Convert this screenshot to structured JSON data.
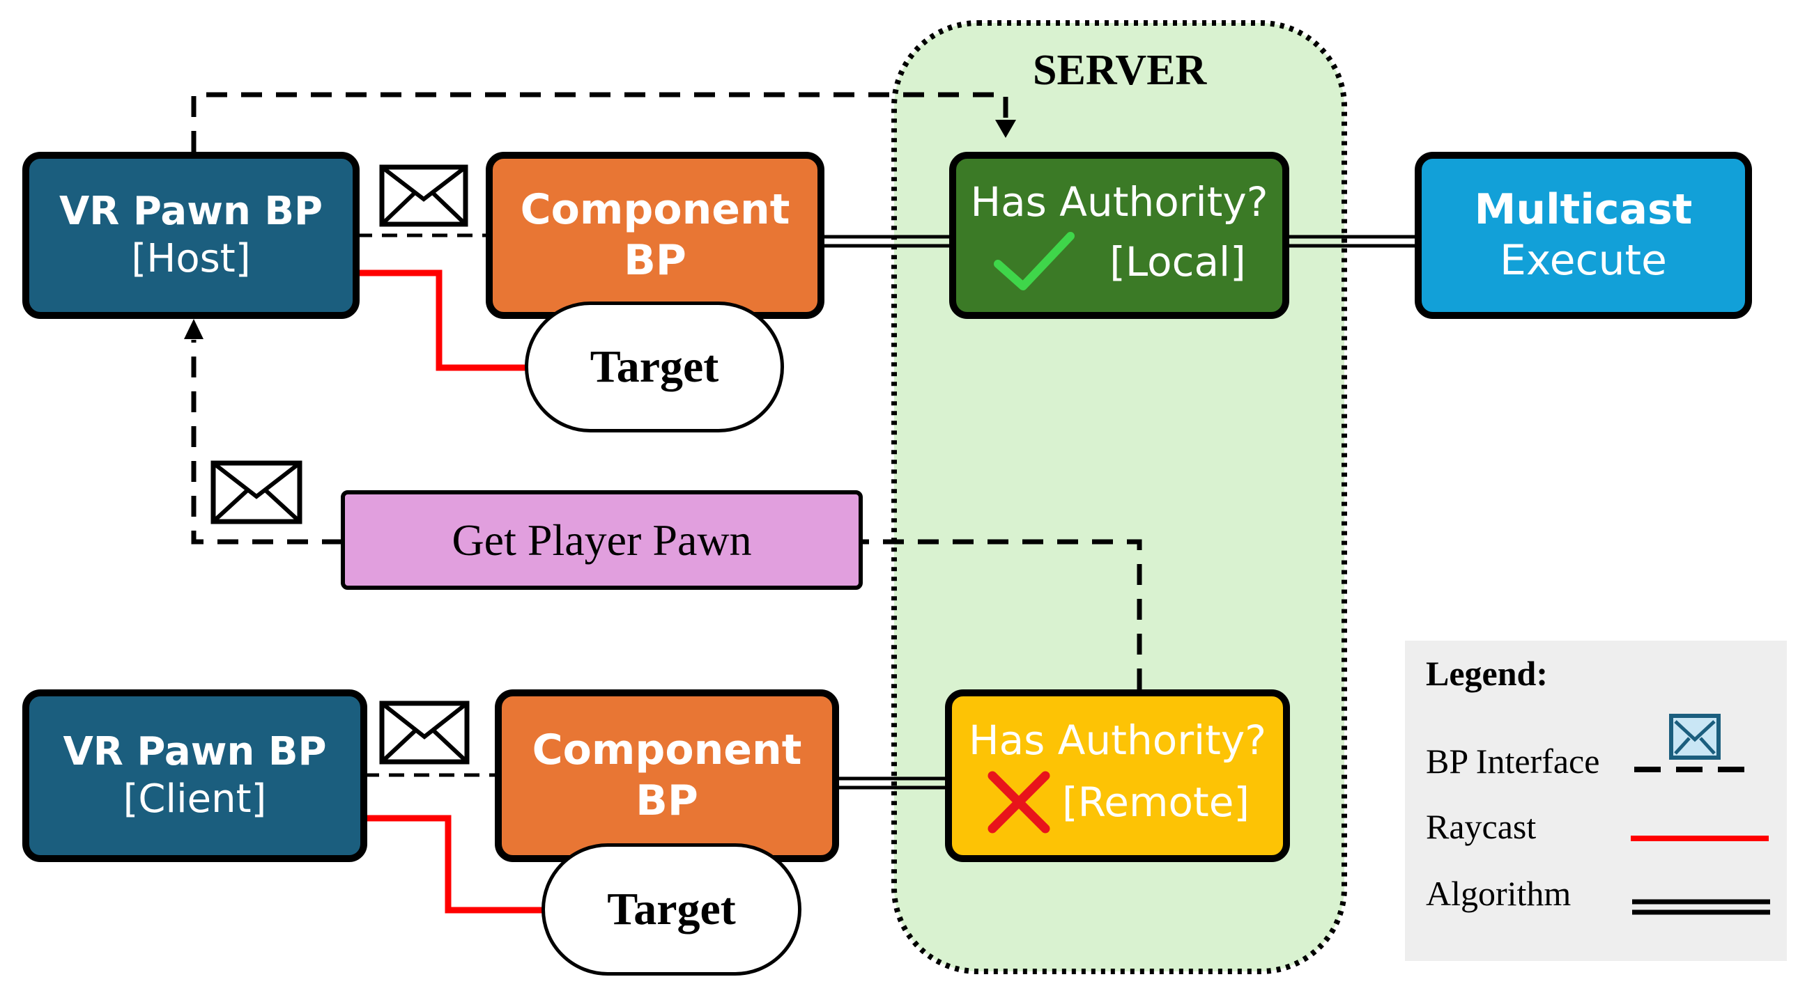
{
  "server": {
    "label": "SERVER"
  },
  "host_pawn": {
    "line1": "VR Pawn BP",
    "line2": "[Host]"
  },
  "host_component": {
    "line1": "Component",
    "line2": "BP"
  },
  "host_target": {
    "label": "Target"
  },
  "auth_local": {
    "line1": "Has Authority?",
    "status": "[Local]",
    "icon": "check-icon",
    "icon_color": "#3fd64a"
  },
  "multicast": {
    "line1": "Multicast",
    "line2": "Execute"
  },
  "get_player_pawn": {
    "label": "Get Player Pawn"
  },
  "client_pawn": {
    "line1": "VR Pawn BP",
    "line2": "[Client]"
  },
  "client_component": {
    "line1": "Component",
    "line2": "BP"
  },
  "client_target": {
    "label": "Target"
  },
  "auth_remote": {
    "line1": "Has Authority?",
    "status": "[Remote]",
    "icon": "cross-icon",
    "icon_color": "#e8141b"
  },
  "legend": {
    "title": "Legend:",
    "items": [
      {
        "label": "BP Interface",
        "icon": "envelope-icon",
        "line": "dashed"
      },
      {
        "label": "Raycast",
        "line": "red"
      },
      {
        "label": "Algorithm",
        "line": "double"
      }
    ]
  },
  "colors": {
    "pawn": "#1b5e7e",
    "component": "#e87634",
    "local": "#3b7a26",
    "remote": "#fdc305",
    "multicast": "#12a0d8",
    "get_player_pawn": "#e19fde",
    "server_zone": "#d9f2d0",
    "raycast": "#ff0000"
  }
}
